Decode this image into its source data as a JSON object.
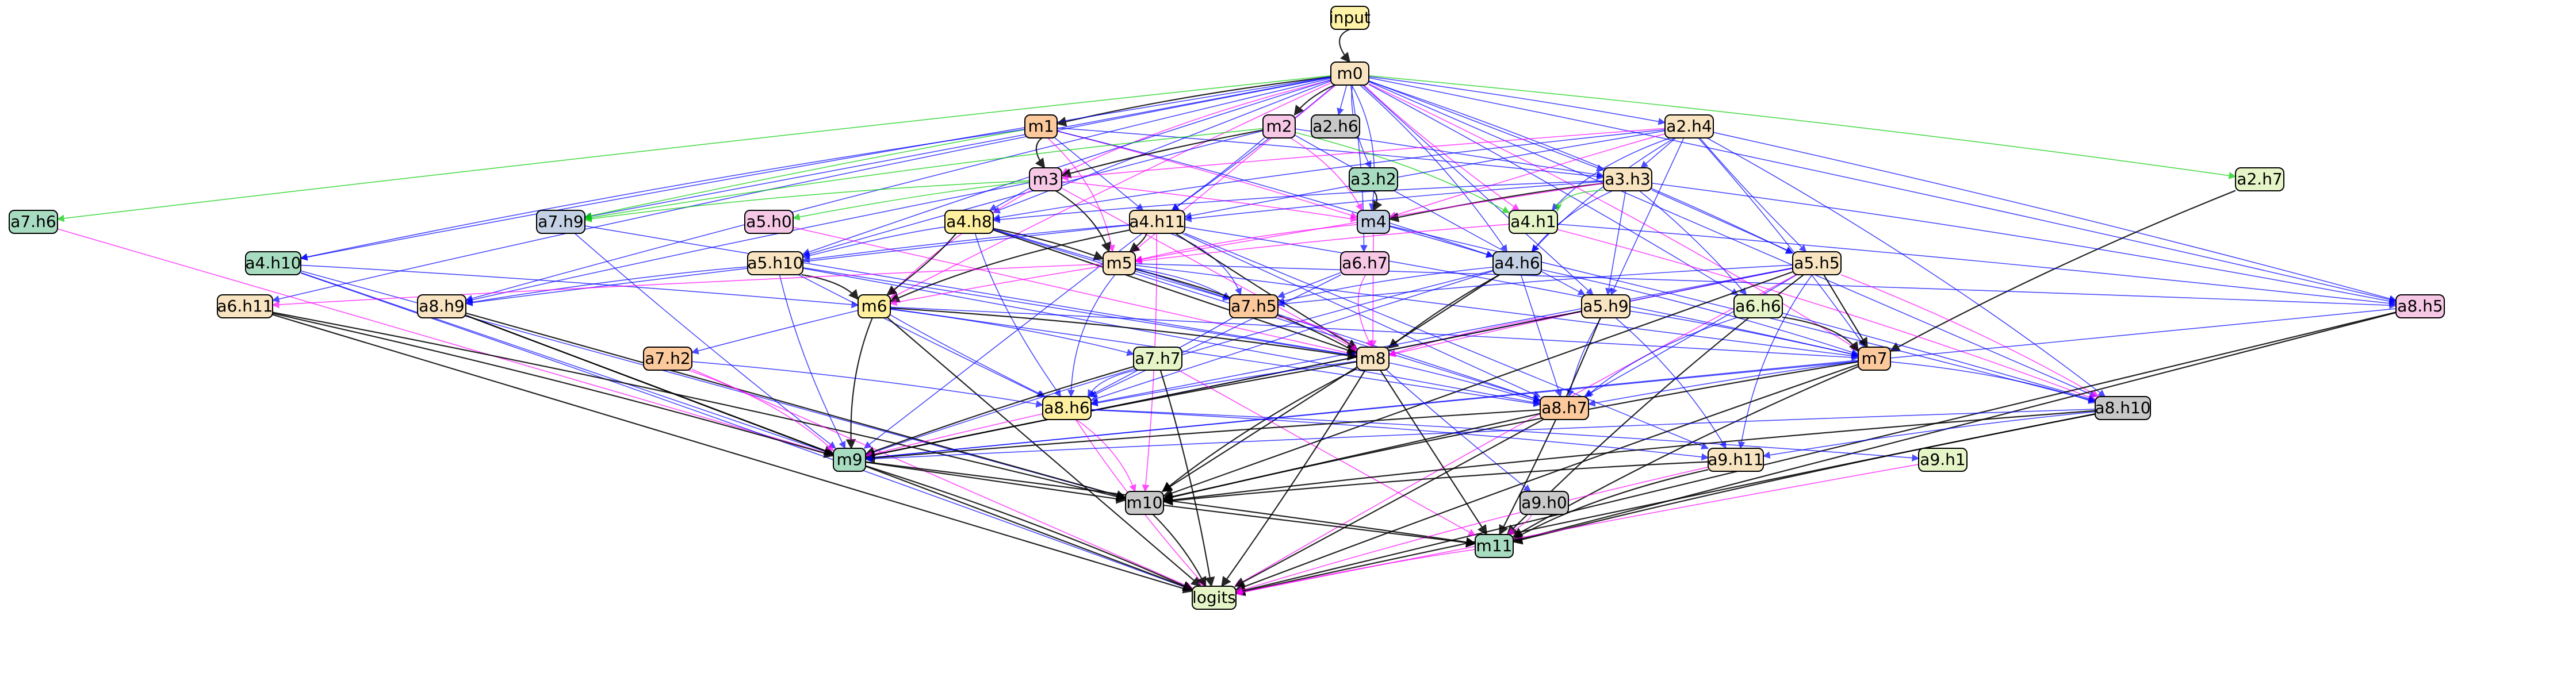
{
  "colors": {
    "input": "#fff3a8",
    "cream": "#f8e4c0",
    "peach": "#fcc99c",
    "pink": "#f7c8e6",
    "gray": "#c8c8c8",
    "mint": "#a8dcc0",
    "lightgreen": "#e6f5c8",
    "blue": "#c4d0e4",
    "yellow": "#fff0a0"
  },
  "nodes": [
    {
      "id": "input",
      "label": "input",
      "color": "input"
    },
    {
      "id": "m0",
      "label": "m0",
      "color": "cream"
    },
    {
      "id": "m1",
      "label": "m1",
      "color": "peach"
    },
    {
      "id": "m2",
      "label": "m2",
      "color": "pink"
    },
    {
      "id": "a2.h6",
      "label": "a2.h6",
      "color": "gray"
    },
    {
      "id": "a2.h4",
      "label": "a2.h4",
      "color": "cream"
    },
    {
      "id": "a7.h6",
      "label": "a7.h6",
      "color": "mint"
    },
    {
      "id": "a2.h7",
      "label": "a2.h7",
      "color": "lightgreen"
    },
    {
      "id": "m3",
      "label": "m3",
      "color": "pink"
    },
    {
      "id": "a3.h2",
      "label": "a3.h2",
      "color": "mint"
    },
    {
      "id": "a3.h3",
      "label": "a3.h3",
      "color": "cream"
    },
    {
      "id": "a7.h9",
      "label": "a7.h9",
      "color": "blue"
    },
    {
      "id": "a5.h0",
      "label": "a5.h0",
      "color": "pink"
    },
    {
      "id": "a4.h8",
      "label": "a4.h8",
      "color": "yellow"
    },
    {
      "id": "a4.h11",
      "label": "a4.h11",
      "color": "cream"
    },
    {
      "id": "m4",
      "label": "m4",
      "color": "blue"
    },
    {
      "id": "a4.h1",
      "label": "a4.h1",
      "color": "lightgreen"
    },
    {
      "id": "a4.h10",
      "label": "a4.h10",
      "color": "mint"
    },
    {
      "id": "a5.h10",
      "label": "a5.h10",
      "color": "cream"
    },
    {
      "id": "m5",
      "label": "m5",
      "color": "cream"
    },
    {
      "id": "a6.h7",
      "label": "a6.h7",
      "color": "pink"
    },
    {
      "id": "a4.h6",
      "label": "a4.h6",
      "color": "blue"
    },
    {
      "id": "a5.h5",
      "label": "a5.h5",
      "color": "cream"
    },
    {
      "id": "a6.h11",
      "label": "a6.h11",
      "color": "cream"
    },
    {
      "id": "a8.h9",
      "label": "a8.h9",
      "color": "cream"
    },
    {
      "id": "m6",
      "label": "m6",
      "color": "yellow"
    },
    {
      "id": "a7.h5",
      "label": "a7.h5",
      "color": "peach"
    },
    {
      "id": "a5.h9",
      "label": "a5.h9",
      "color": "cream"
    },
    {
      "id": "a6.h6",
      "label": "a6.h6",
      "color": "lightgreen"
    },
    {
      "id": "a8.h5",
      "label": "a8.h5",
      "color": "pink"
    },
    {
      "id": "a7.h2",
      "label": "a7.h2",
      "color": "peach"
    },
    {
      "id": "a7.h7",
      "label": "a7.h7",
      "color": "lightgreen"
    },
    {
      "id": "m8",
      "label": "m8",
      "color": "cream"
    },
    {
      "id": "m7",
      "label": "m7",
      "color": "peach"
    },
    {
      "id": "a8.h6",
      "label": "a8.h6",
      "color": "yellow"
    },
    {
      "id": "a8.h7",
      "label": "a8.h7",
      "color": "peach"
    },
    {
      "id": "a8.h10",
      "label": "a8.h10",
      "color": "gray"
    },
    {
      "id": "m9",
      "label": "m9",
      "color": "mint"
    },
    {
      "id": "a9.h11",
      "label": "a9.h11",
      "color": "cream"
    },
    {
      "id": "a9.h1",
      "label": "a9.h1",
      "color": "lightgreen"
    },
    {
      "id": "m10",
      "label": "m10",
      "color": "gray"
    },
    {
      "id": "a9.h0",
      "label": "a9.h0",
      "color": "gray"
    },
    {
      "id": "m11",
      "label": "m11",
      "color": "mint"
    },
    {
      "id": "logits",
      "label": "logits",
      "color": "lightgreen"
    }
  ],
  "edges": [
    [
      "input",
      "m0",
      "k"
    ],
    [
      "m0",
      "m1",
      "k"
    ],
    [
      "m0",
      "m2",
      "k"
    ],
    [
      "m0",
      "a2.h6",
      "b"
    ],
    [
      "m0",
      "a2.h4",
      "b"
    ],
    [
      "m0",
      "a7.h6",
      "g"
    ],
    [
      "m0",
      "a2.h7",
      "g"
    ],
    [
      "m0",
      "m3",
      "m"
    ],
    [
      "m0",
      "a3.h2",
      "b"
    ],
    [
      "m0",
      "a3.h3",
      "b"
    ],
    [
      "m0",
      "a7.h9",
      "b"
    ],
    [
      "m0",
      "a4.h8",
      "b"
    ],
    [
      "m0",
      "a4.h11",
      "b"
    ],
    [
      "m0",
      "m4",
      "b"
    ],
    [
      "m0",
      "a4.h1",
      "m"
    ],
    [
      "m0",
      "a4.h10",
      "b"
    ],
    [
      "m0",
      "a5.h10",
      "b"
    ],
    [
      "m0",
      "m5",
      "m"
    ],
    [
      "m0",
      "a6.h7",
      "b"
    ],
    [
      "m0",
      "a4.h6",
      "b"
    ],
    [
      "m0",
      "a5.h5",
      "b"
    ],
    [
      "m0",
      "a6.h11",
      "b"
    ],
    [
      "m0",
      "a8.h9",
      "b"
    ],
    [
      "m0",
      "m6",
      "m"
    ],
    [
      "m0",
      "a5.h9",
      "b"
    ],
    [
      "m0",
      "a6.h6",
      "b"
    ],
    [
      "m0",
      "a8.h5",
      "b"
    ],
    [
      "m0",
      "m7",
      "m"
    ],
    [
      "m0",
      "a8.h10",
      "b"
    ],
    [
      "m1",
      "m3",
      "k"
    ],
    [
      "m1",
      "a7.h9",
      "g"
    ],
    [
      "m1",
      "a4.h11",
      "b"
    ],
    [
      "m1",
      "m4",
      "m"
    ],
    [
      "m1",
      "a4.h6",
      "b"
    ],
    [
      "m1",
      "m5",
      "m"
    ],
    [
      "m1",
      "a4.h10",
      "b"
    ],
    [
      "m1",
      "a3.h3",
      "b"
    ],
    [
      "m2",
      "m3",
      "k"
    ],
    [
      "m2",
      "a3.h3",
      "b"
    ],
    [
      "m2",
      "a4.h11",
      "b"
    ],
    [
      "m2",
      "m4",
      "m"
    ],
    [
      "m2",
      "a4.h1",
      "g"
    ],
    [
      "m2",
      "a7.h9",
      "g"
    ],
    [
      "m2",
      "a5.h9",
      "b"
    ],
    [
      "m2",
      "a5.h10",
      "b"
    ],
    [
      "a2.h4",
      "a3.h3",
      "b"
    ],
    [
      "a2.h4",
      "m3",
      "m"
    ],
    [
      "a2.h4",
      "a4.h11",
      "b"
    ],
    [
      "a2.h4",
      "m4",
      "m"
    ],
    [
      "a2.h4",
      "a4.h1",
      "b"
    ],
    [
      "a2.h4",
      "a4.h6",
      "b"
    ],
    [
      "a2.h4",
      "a5.h5",
      "b"
    ],
    [
      "a2.h4",
      "a5.h9",
      "b"
    ],
    [
      "a2.h4",
      "m7",
      "b"
    ],
    [
      "a2.h4",
      "a8.h5",
      "b"
    ],
    [
      "a2.h4",
      "a8.h10",
      "b"
    ],
    [
      "a2.h4",
      "a4.h8",
      "b"
    ],
    [
      "a2.h7",
      "m7",
      "k"
    ],
    [
      "a7.h6",
      "m9",
      "m"
    ],
    [
      "m3",
      "a4.h8",
      "b"
    ],
    [
      "m3",
      "m4",
      "m"
    ],
    [
      "m3",
      "m5",
      "k"
    ],
    [
      "m3",
      "a5.h0",
      "g"
    ],
    [
      "m3",
      "a7.h9",
      "g"
    ],
    [
      "m3",
      "m6",
      "m"
    ],
    [
      "m3",
      "a8.h9",
      "b"
    ],
    [
      "m3",
      "m8",
      "m"
    ],
    [
      "a3.h2",
      "m4",
      "k"
    ],
    [
      "a3.h3",
      "a4.h11",
      "b"
    ],
    [
      "a3.h3",
      "m4",
      "k"
    ],
    [
      "a3.h3",
      "a4.h1",
      "g"
    ],
    [
      "a3.h3",
      "a4.h6",
      "b"
    ],
    [
      "a3.h3",
      "a5.h5",
      "b"
    ],
    [
      "a3.h3",
      "a5.h9",
      "b"
    ],
    [
      "a3.h3",
      "a6.h6",
      "b"
    ],
    [
      "a3.h3",
      "m5",
      "m"
    ],
    [
      "a3.h3",
      "a8.h5",
      "b"
    ],
    [
      "a3.h3",
      "a4.h8",
      "b"
    ],
    [
      "a7.h9",
      "m9",
      "b"
    ],
    [
      "a7.h9",
      "m8",
      "b"
    ],
    [
      "a5.h0",
      "m8",
      "m"
    ],
    [
      "a4.h8",
      "m5",
      "k"
    ],
    [
      "a4.h8",
      "m6",
      "k"
    ],
    [
      "a4.h8",
      "a5.h10",
      "b"
    ],
    [
      "a4.h8",
      "a8.h6",
      "b"
    ],
    [
      "a4.h8",
      "m8",
      "k"
    ],
    [
      "a4.h8",
      "a8.h7",
      "b"
    ],
    [
      "a4.h8",
      "a7.h5",
      "b"
    ],
    [
      "a4.h11",
      "m5",
      "k"
    ],
    [
      "a4.h11",
      "a5.h10",
      "b"
    ],
    [
      "a4.h11",
      "a7.h5",
      "b"
    ],
    [
      "a4.h11",
      "m6",
      "k"
    ],
    [
      "a4.h11",
      "a8.h7",
      "b"
    ],
    [
      "a4.h11",
      "m8",
      "k"
    ],
    [
      "a4.h11",
      "m9",
      "b"
    ],
    [
      "a4.h11",
      "m10",
      "m"
    ],
    [
      "a4.h11",
      "a8.h9",
      "b"
    ],
    [
      "a4.h11",
      "m7",
      "b"
    ],
    [
      "a4.h11",
      "a9.h11",
      "b"
    ],
    [
      "m4",
      "m5",
      "m"
    ],
    [
      "m4",
      "a4.h6",
      "b"
    ],
    [
      "m4",
      "m8",
      "m"
    ],
    [
      "m4",
      "a8.h10",
      "b"
    ],
    [
      "a4.h1",
      "m5",
      "m"
    ],
    [
      "a4.h1",
      "a8.h10",
      "m"
    ],
    [
      "a4.h1",
      "a8.h5",
      "b"
    ],
    [
      "a4.h10",
      "m6",
      "b"
    ],
    [
      "a4.h10",
      "m9",
      "b"
    ],
    [
      "a4.h10",
      "m10",
      "b"
    ],
    [
      "a4.h10",
      "logits",
      "b"
    ],
    [
      "a5.h10",
      "m6",
      "k"
    ],
    [
      "a5.h10",
      "a8.h9",
      "b"
    ],
    [
      "a5.h10",
      "a8.h6",
      "b"
    ],
    [
      "a5.h10",
      "m9",
      "b"
    ],
    [
      "a5.h10",
      "a8.h7",
      "b"
    ],
    [
      "a5.h10",
      "m8",
      "b"
    ],
    [
      "m5",
      "m6",
      "m"
    ],
    [
      "m5",
      "a7.h5",
      "b"
    ],
    [
      "m5",
      "m8",
      "k"
    ],
    [
      "m5",
      "a8.h6",
      "b"
    ],
    [
      "m5",
      "a8.h7",
      "b"
    ],
    [
      "m5",
      "a6.h11",
      "m"
    ],
    [
      "m5",
      "m7",
      "b"
    ],
    [
      "m5",
      "a8.h5",
      "b"
    ],
    [
      "a6.h7",
      "a7.h5",
      "b"
    ],
    [
      "a6.h7",
      "a8.h6",
      "b"
    ],
    [
      "a6.h7",
      "m8",
      "m"
    ],
    [
      "a4.h6",
      "a7.h5",
      "b"
    ],
    [
      "a4.h6",
      "m8",
      "k"
    ],
    [
      "a4.h6",
      "a8.h7",
      "b"
    ],
    [
      "a4.h6",
      "m10",
      "k"
    ],
    [
      "a4.h6",
      "m7",
      "b"
    ],
    [
      "a4.h6",
      "a8.h6",
      "b"
    ],
    [
      "a4.h6",
      "m9",
      "b"
    ],
    [
      "a5.h5",
      "a7.h5",
      "b"
    ],
    [
      "a5.h5",
      "m8",
      "m"
    ],
    [
      "a5.h5",
      "m7",
      "k"
    ],
    [
      "a5.h5",
      "a8.h7",
      "b"
    ],
    [
      "a5.h5",
      "a8.h10",
      "m"
    ],
    [
      "a5.h5",
      "m10",
      "k"
    ],
    [
      "a5.h5",
      "a9.h11",
      "b"
    ],
    [
      "a5.h5",
      "m11",
      "k"
    ],
    [
      "a5.h5",
      "logits",
      "m"
    ],
    [
      "a5.h5",
      "a8.h6",
      "b"
    ],
    [
      "a5.h5",
      "m9",
      "b"
    ],
    [
      "a6.h11",
      "m9",
      "k"
    ],
    [
      "a6.h11",
      "m10",
      "k"
    ],
    [
      "a6.h11",
      "logits",
      "k"
    ],
    [
      "a8.h9",
      "m9",
      "k"
    ],
    [
      "a8.h9",
      "m10",
      "k"
    ],
    [
      "a8.h9",
      "logits",
      "k"
    ],
    [
      "m6",
      "a7.h2",
      "b"
    ],
    [
      "m6",
      "a7.h7",
      "b"
    ],
    [
      "m6",
      "m8",
      "k"
    ],
    [
      "m6",
      "a8.h6",
      "b"
    ],
    [
      "m6",
      "m9",
      "k"
    ],
    [
      "m6",
      "a8.h7",
      "b"
    ],
    [
      "m6",
      "logits",
      "k"
    ],
    [
      "m6",
      "m7",
      "b"
    ],
    [
      "a7.h5",
      "a8.h6",
      "b"
    ],
    [
      "a7.h5",
      "m8",
      "m"
    ],
    [
      "a5.h9",
      "m7",
      "b"
    ],
    [
      "a5.h9",
      "m8",
      "m"
    ],
    [
      "a5.h9",
      "a8.h7",
      "b"
    ],
    [
      "a5.h9",
      "m9",
      "k"
    ],
    [
      "a5.h9",
      "m11",
      "k"
    ],
    [
      "a5.h9",
      "a9.h11",
      "b"
    ],
    [
      "a6.h6",
      "m7",
      "k"
    ],
    [
      "a6.h6",
      "a8.h7",
      "b"
    ],
    [
      "a6.h6",
      "a8.h10",
      "b"
    ],
    [
      "a8.h5",
      "m9",
      "b"
    ],
    [
      "a8.h5",
      "m11",
      "k"
    ],
    [
      "a8.h5",
      "logits",
      "k"
    ],
    [
      "a7.h2",
      "a8.h6",
      "b"
    ],
    [
      "a7.h2",
      "m9",
      "m"
    ],
    [
      "a7.h2",
      "logits",
      "m"
    ],
    [
      "a7.h7",
      "a8.h6",
      "b"
    ],
    [
      "a7.h7",
      "m9",
      "k"
    ],
    [
      "a7.h7",
      "m11",
      "m"
    ],
    [
      "a7.h7",
      "logits",
      "k"
    ],
    [
      "m8",
      "a8.h6",
      "b"
    ],
    [
      "m8",
      "m9",
      "k"
    ],
    [
      "m8",
      "a8.h7",
      "b"
    ],
    [
      "m8",
      "m10",
      "k"
    ],
    [
      "m8",
      "a9.h0",
      "b"
    ],
    [
      "m8",
      "m11",
      "k"
    ],
    [
      "m8",
      "logits",
      "k"
    ],
    [
      "m7",
      "a8.h7",
      "b"
    ],
    [
      "m7",
      "a8.h10",
      "b"
    ],
    [
      "m7",
      "m10",
      "k"
    ],
    [
      "m7",
      "m11",
      "k"
    ],
    [
      "m7",
      "logits",
      "k"
    ],
    [
      "m7",
      "m9",
      "b"
    ],
    [
      "a8.h6",
      "m9",
      "m"
    ],
    [
      "a8.h6",
      "m10",
      "m"
    ],
    [
      "a8.h6",
      "a9.h11",
      "b"
    ],
    [
      "a8.h6",
      "a9.h1",
      "b"
    ],
    [
      "a8.h6",
      "logits",
      "m"
    ],
    [
      "a8.h7",
      "m9",
      "k"
    ],
    [
      "a8.h7",
      "m10",
      "k"
    ],
    [
      "a8.h7",
      "logits",
      "k"
    ],
    [
      "a8.h10",
      "m9",
      "b"
    ],
    [
      "a8.h10",
      "a9.h11",
      "b"
    ],
    [
      "a8.h10",
      "m10",
      "k"
    ],
    [
      "a8.h10",
      "m11",
      "k"
    ],
    [
      "a8.h10",
      "logits",
      "k"
    ],
    [
      "m9",
      "m10",
      "k"
    ],
    [
      "m9",
      "m11",
      "k"
    ],
    [
      "m9",
      "logits",
      "k"
    ],
    [
      "a9.h11",
      "m10",
      "k"
    ],
    [
      "a9.h11",
      "m11",
      "k"
    ],
    [
      "a9.h11",
      "logits",
      "m"
    ],
    [
      "a9.h1",
      "logits",
      "m"
    ],
    [
      "m10",
      "m11",
      "k"
    ],
    [
      "m10",
      "logits",
      "k"
    ],
    [
      "a9.h0",
      "m11",
      "m"
    ],
    [
      "m11",
      "logits",
      "m"
    ]
  ],
  "edge_colors": {
    "k": "#000000",
    "b": "#0000ff",
    "m": "#ff00ff",
    "g": "#00cc00"
  }
}
